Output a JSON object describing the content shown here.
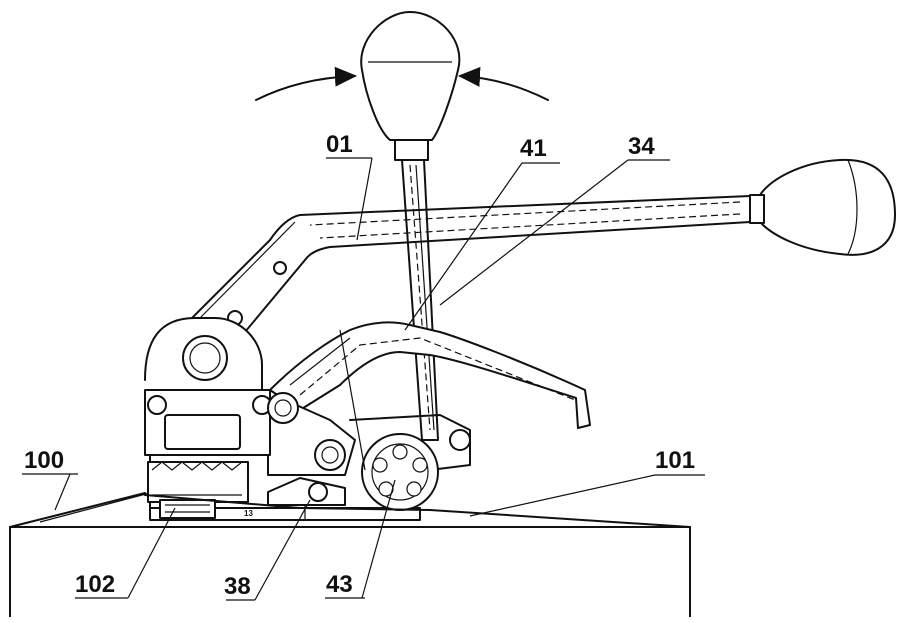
{
  "labels": {
    "l01": "01",
    "l41": "41",
    "l34": "34",
    "l100": "100",
    "l101": "101",
    "l102": "102",
    "l38": "38",
    "l43": "43",
    "small13": "13"
  },
  "colors": {
    "line": "#111111",
    "background": "#ffffff"
  }
}
